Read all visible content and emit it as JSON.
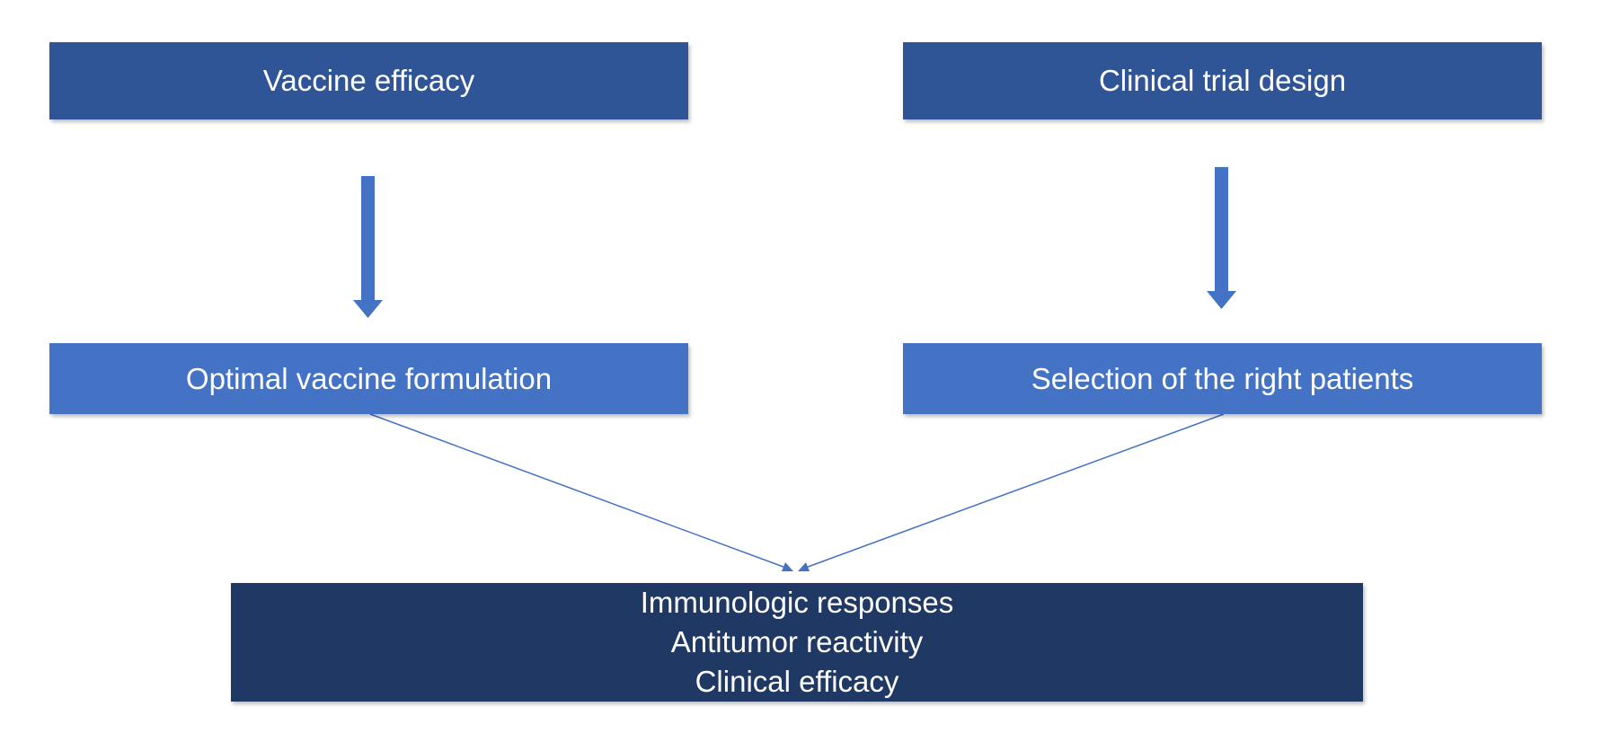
{
  "top_left": {
    "label": "Vaccine efficacy"
  },
  "top_right": {
    "label": "Clinical trial design"
  },
  "mid_left": {
    "label": "Optimal vaccine formulation"
  },
  "mid_right": {
    "label": "Selection of the right patients"
  },
  "bottom": {
    "lines": [
      "Immunologic responses",
      "Antitumor reactivity",
      "Clinical efficacy"
    ]
  },
  "colors": {
    "top_box": "#2f5597",
    "mid_box": "#4472c4",
    "bottom_box": "#1f3864",
    "arrow": "#4472c4"
  }
}
